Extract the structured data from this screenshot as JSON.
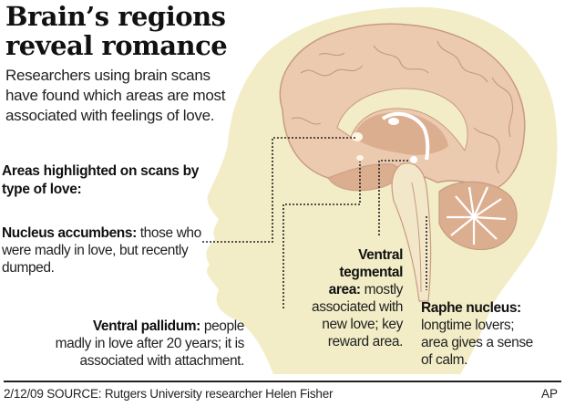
{
  "title": {
    "line1": "Brain’s regions",
    "line2": "reveal romance"
  },
  "intro": "Researchers using brain scans have found which areas are most associated with feelings of love.",
  "subhead": "Areas highlighted on scans by type of love:",
  "regions": [
    {
      "name": "Nucleus accumbens:",
      "description": " those who were madly in love, but recently dumped."
    },
    {
      "name": "Ventral pallidum:",
      "description": " people madly in love after 20 years; it is associated with attachment."
    },
    {
      "name": "Ventral tegmental area:",
      "description": " mostly associated with new love; key reward area."
    },
    {
      "name": "Raphe nucleus:",
      "description": " longtime lovers; area gives a sense of calm."
    }
  ],
  "footer": {
    "date": "2/12/09",
    "source": "SOURCE: Rutgers University researcher Helen Fisher",
    "credit": "AP"
  },
  "colors": {
    "head": "#f2edc6",
    "brain": "#eccab0",
    "brain_outline": "#c89b80",
    "brain_inner": "#dcae90",
    "highlight": "#fbf6e3",
    "text": "#1a1a1a"
  }
}
